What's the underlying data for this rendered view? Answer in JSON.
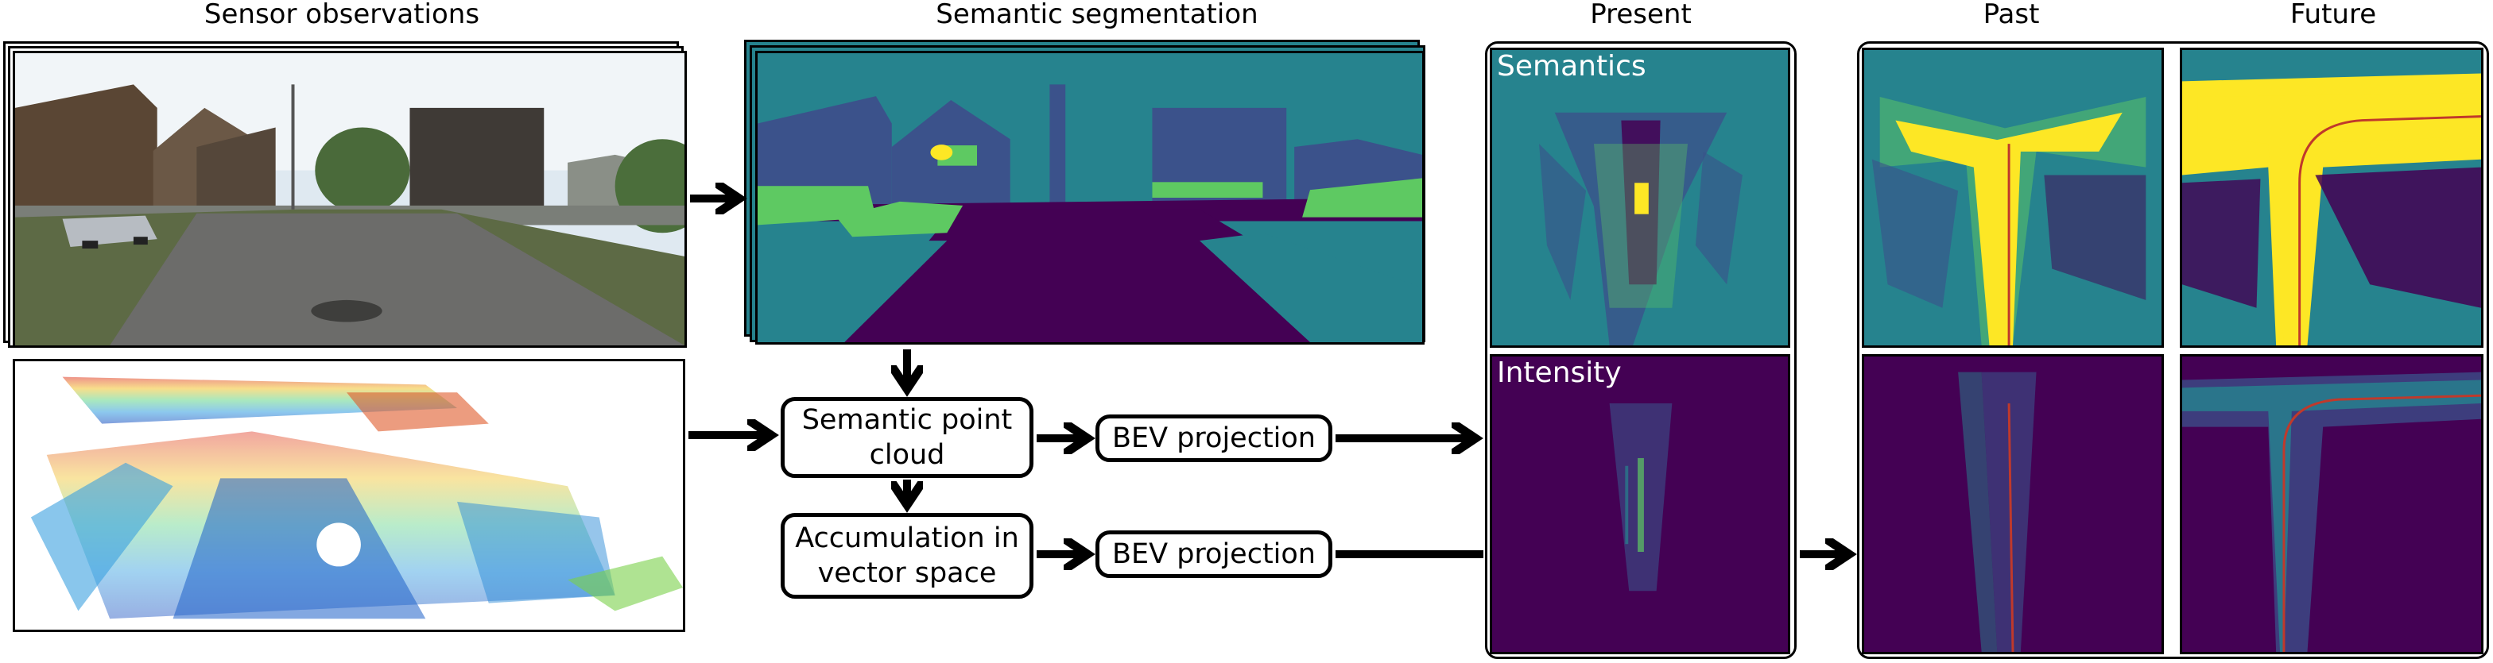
{
  "titles": {
    "sensor": "Sensor observations",
    "segmentation": "Semantic segmentation",
    "present": "Present",
    "past": "Past",
    "future": "Future"
  },
  "nodes": {
    "semantic_point_cloud": "Semantic point cloud",
    "accumulation": "Accumulation in vector space",
    "bev_projection_1": "BEV projection",
    "bev_projection_2": "BEV projection"
  },
  "tile_labels": {
    "semantics": "Semantics",
    "intensity": "Intensity"
  },
  "colors": {
    "seg_teal": "#26838e",
    "seg_purple": "#440154",
    "seg_violet": "#3b528b",
    "seg_green": "#5ec962",
    "seg_yellow": "#fde725",
    "bev_dark": "#440154"
  }
}
